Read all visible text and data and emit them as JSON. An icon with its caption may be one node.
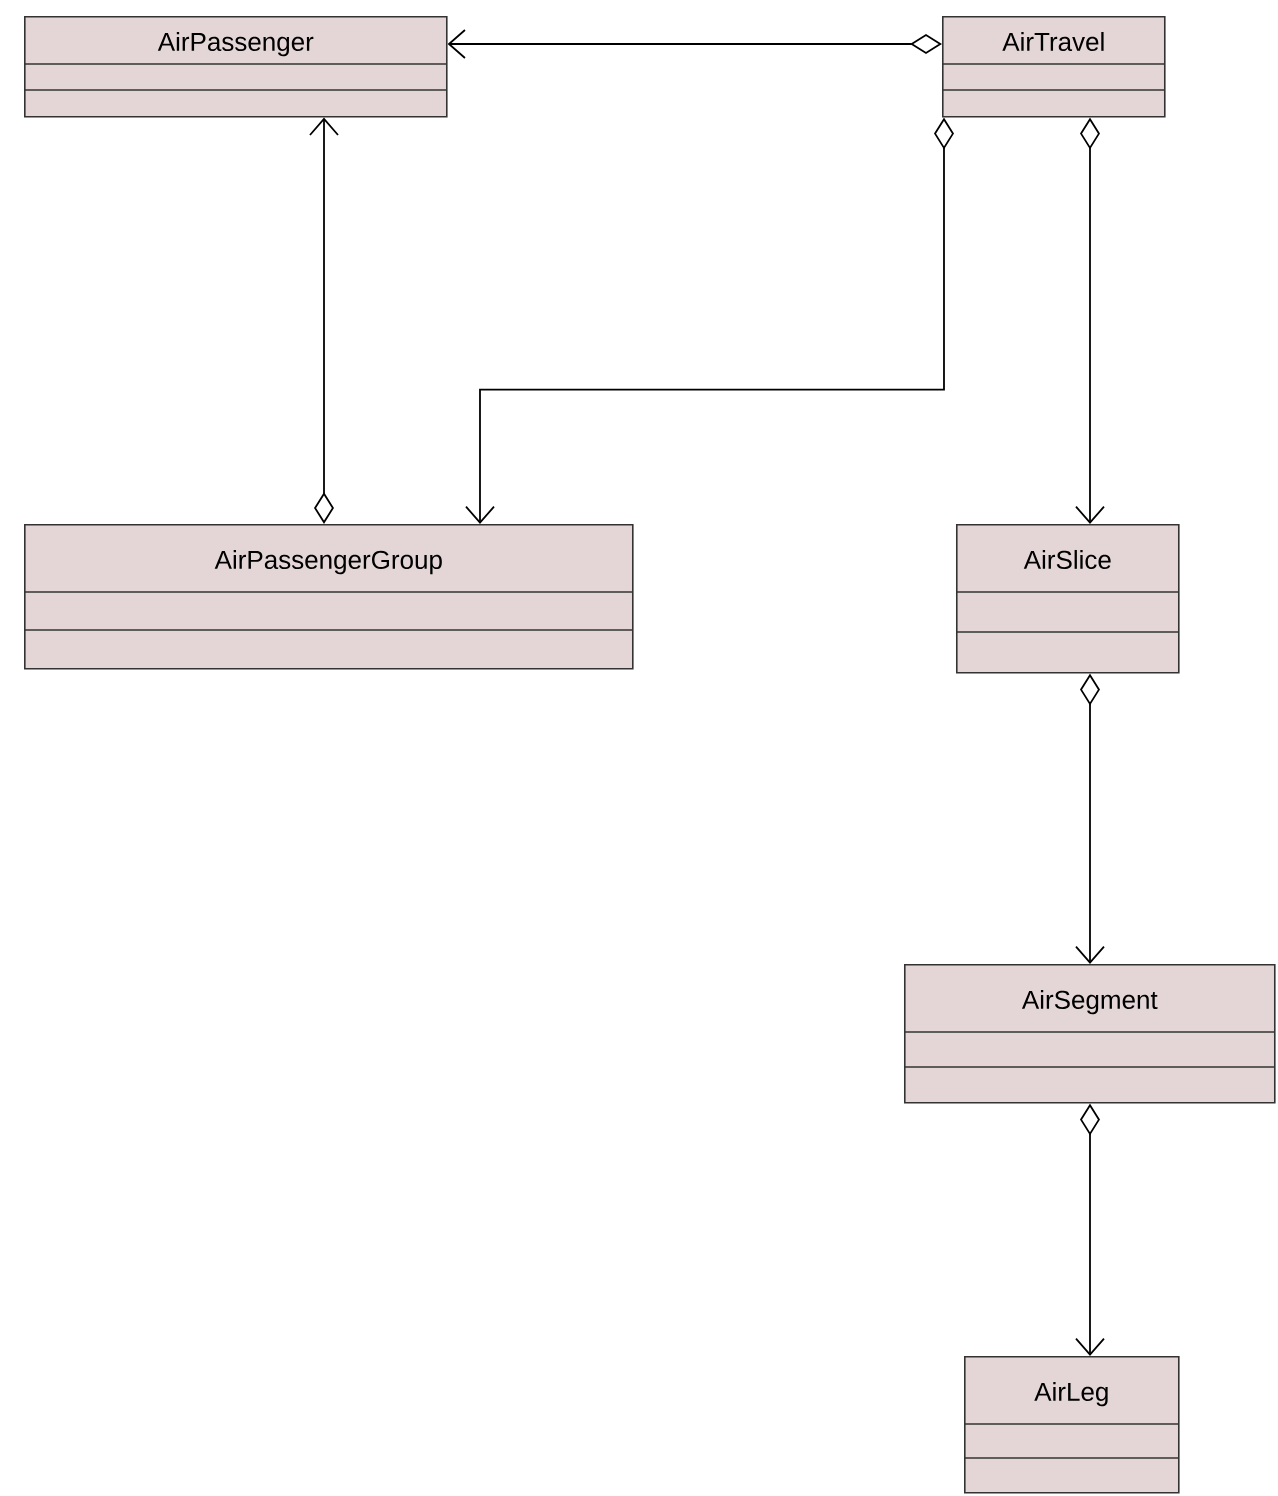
{
  "diagram": {
    "nodes": [
      {
        "text": [
          "AirPassenger"
        ]
      },
      {
        "text": [
          "AirTravel"
        ]
      },
      {
        "text": [
          "AirPassengerGroup"
        ]
      },
      {
        "text": [
          "AirSlice"
        ]
      },
      {
        "text": [
          "AirSegment"
        ]
      },
      {
        "text": [
          "AirLeg"
        ]
      }
    ],
    "edges": [
      {
        "from": 1,
        "to": 0,
        "arrow": "to"
      },
      {
        "from": 2,
        "to": 0,
        "arrow": "to"
      },
      {
        "from": 1,
        "to": 2,
        "arrow": "to"
      },
      {
        "from": 1,
        "to": 3,
        "arrow": "to"
      },
      {
        "from": 3,
        "to": 4,
        "arrow": "to"
      },
      {
        "from": 4,
        "to": 5,
        "arrow": "to"
      }
    ]
  }
}
